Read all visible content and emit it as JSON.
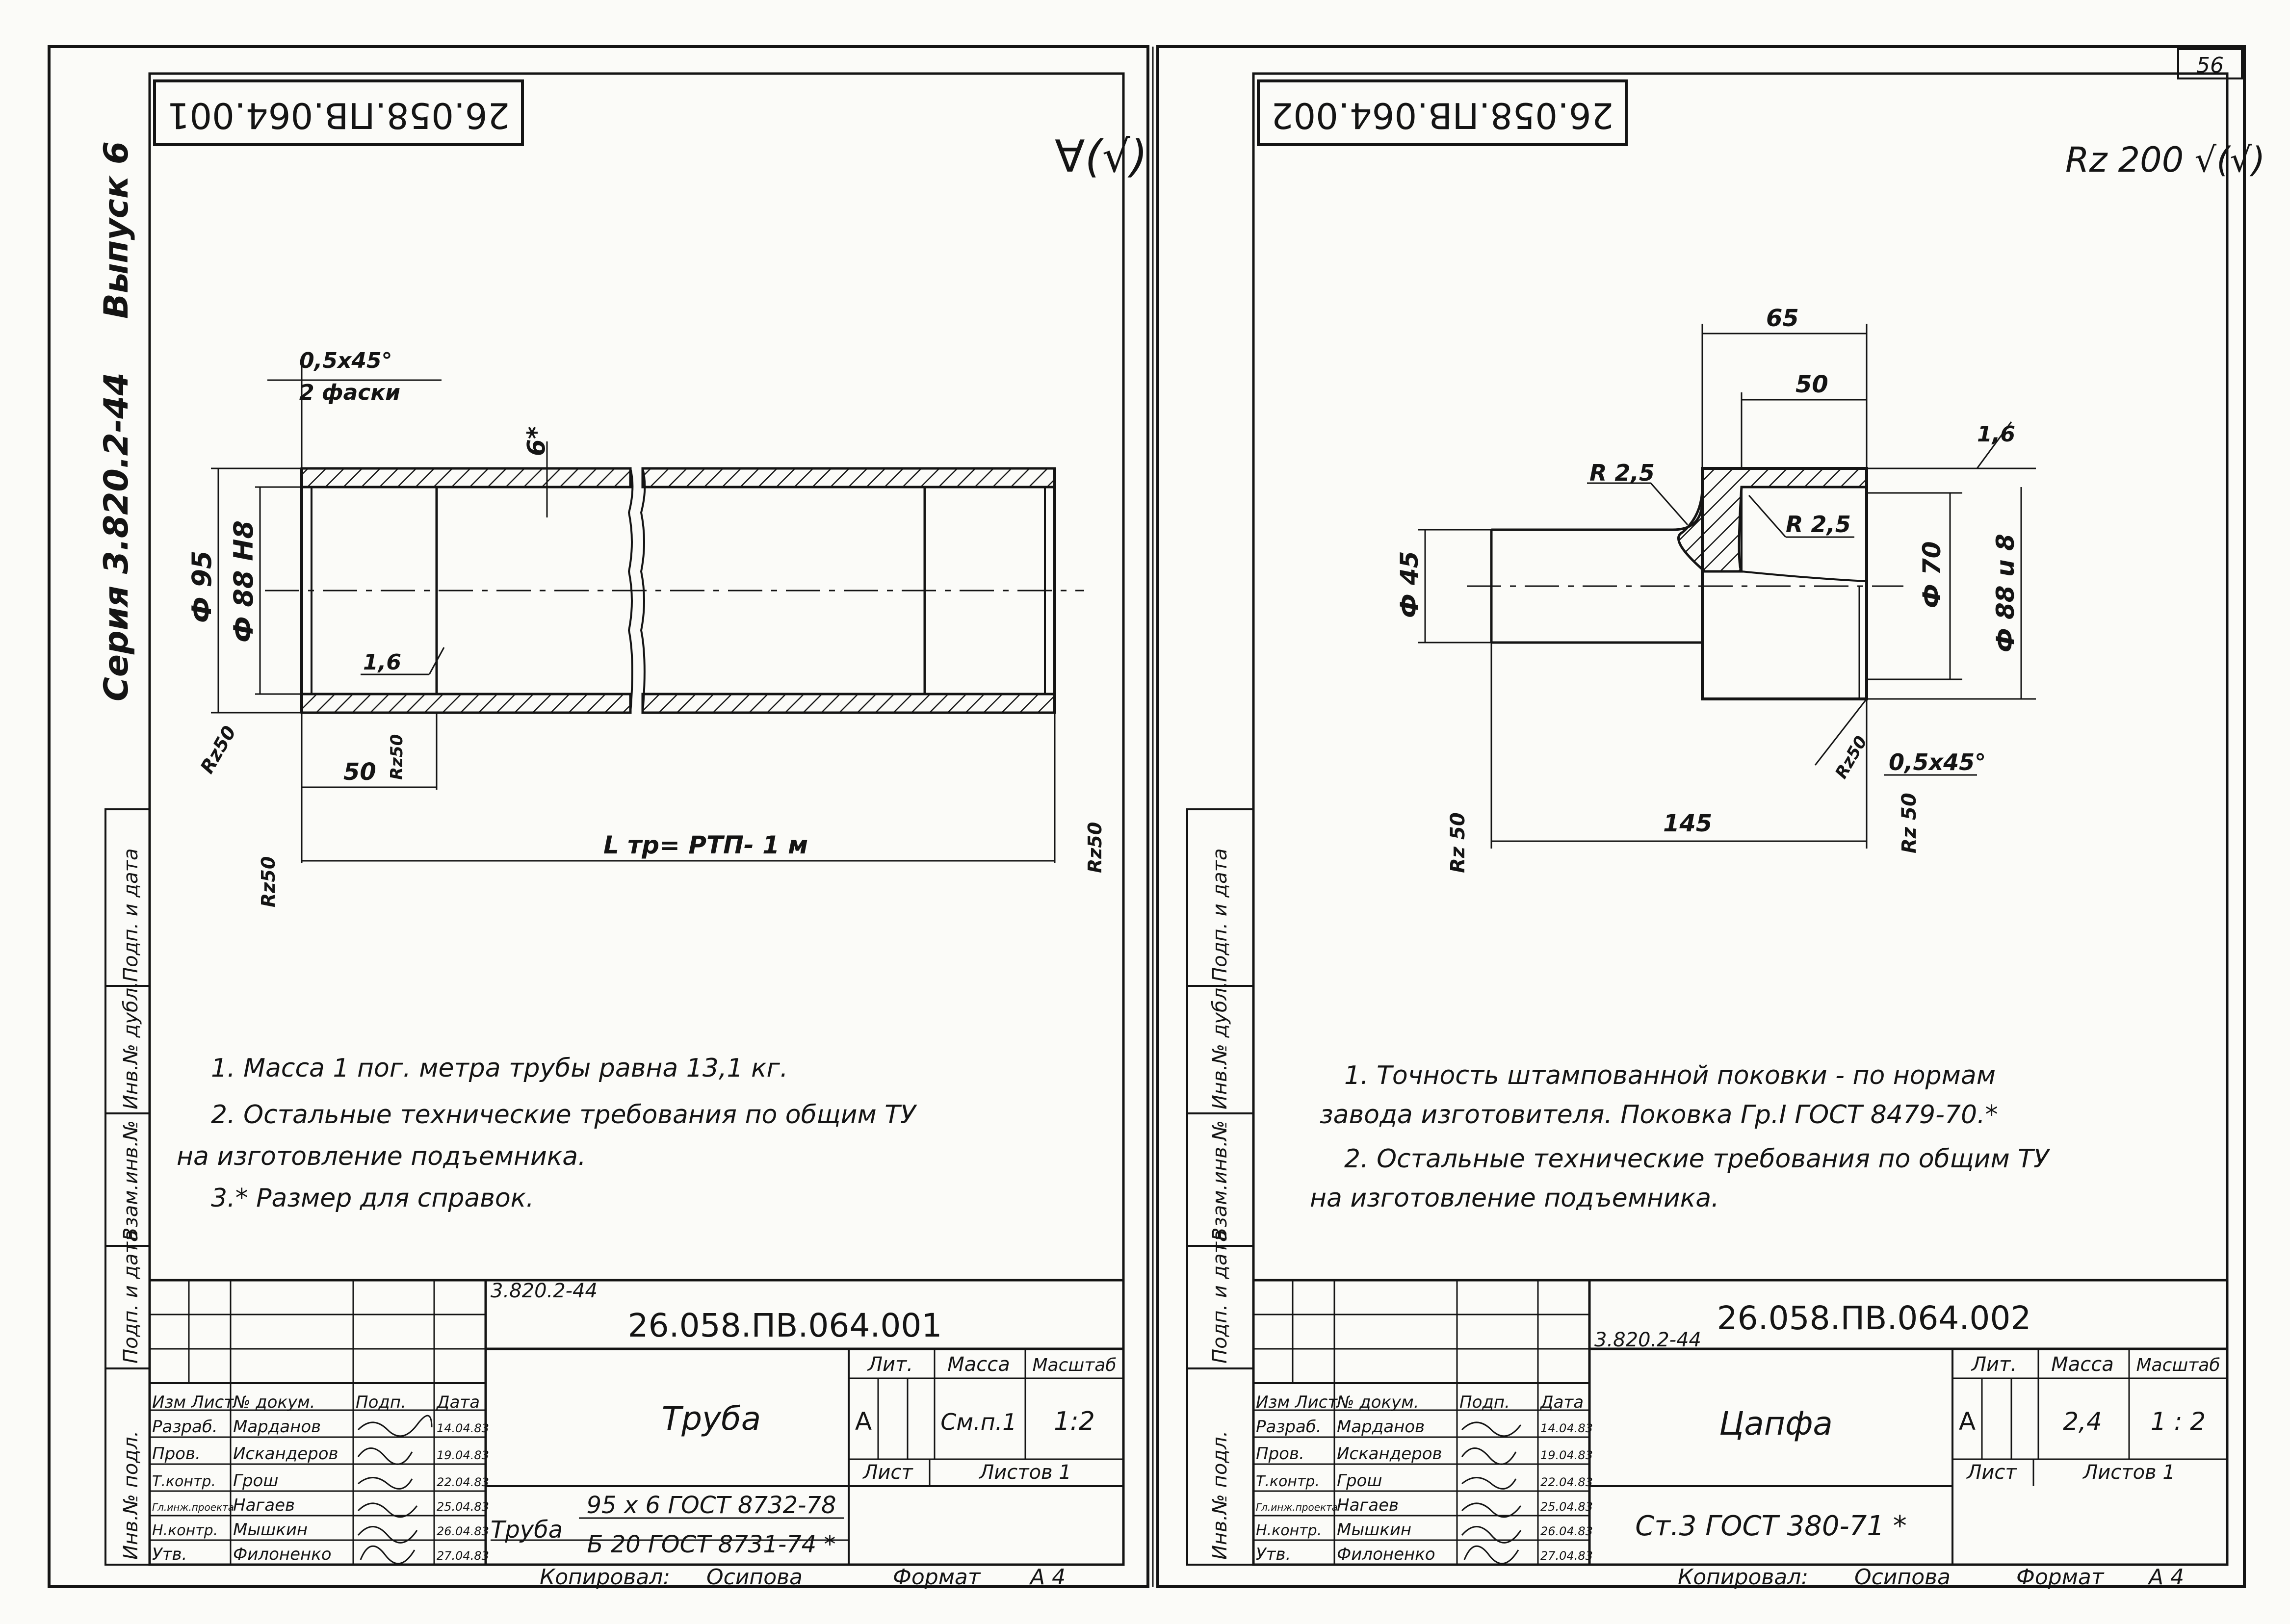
{
  "page": {
    "page_number": "56",
    "left_margin": {
      "series": "Серия 3.820.2-44",
      "issue": "Выпуск 6"
    }
  },
  "stamp_columns": [
    "Инв.№ подл.",
    "Подп. и дата",
    "Взам.инв.№",
    "Инв.№ дубл.",
    "Подп. и дата"
  ],
  "title_block_headers": {
    "izm": "Изм",
    "list": "Лист",
    "ndoc": "№ докум.",
    "podp": "Подп.",
    "data": "Дата",
    "lit": "Лит.",
    "massa": "Масса",
    "masshtab": "Масштаб",
    "list_cell": "Лист",
    "listov": "Листов 1",
    "litera": "А",
    "kopiroval": "Копировал:",
    "kopiroval_name": "Осипова",
    "format": "Формат",
    "format_value": "А 4"
  },
  "signatures": [
    {
      "role": "Разраб.",
      "name": "Марданов",
      "date": "14.04.83"
    },
    {
      "role": "Пров.",
      "name": "Искандеров",
      "date": "19.04.83"
    },
    {
      "role": "Т.контр.",
      "name": "Грош",
      "date": "22.04.83"
    },
    {
      "role": "Гл.инж.проекта",
      "name": "Нагаев",
      "date": "25.04.83"
    },
    {
      "role": "Н.контр.",
      "name": "Мышкин",
      "date": "26.04.83"
    },
    {
      "role": "Утв.",
      "name": "Филоненко",
      "date": "27.04.83"
    }
  ],
  "sheets": [
    {
      "code_rotated": "26.058.ПВ.064.001",
      "roughness_mark": "∀(√)",
      "dims": {
        "chamfer": "0,5x45°",
        "chamfer_note": "2 фаски",
        "wall": "6*",
        "d_outer": "Ф 95",
        "d_inner": "Ф 88 Н8",
        "rough_inner": "1,6",
        "rough_corner": "Rz50",
        "len_50": "50",
        "rough_50": "Rz50",
        "rough_left": "Rz50",
        "rough_right": "Rz50",
        "length": "L тр= РТП- 1 м"
      },
      "notes": [
        "1.   Масса  1 пог. метра  трубы  равна   13,1 кг.",
        "2.   Остальные  технические  требования  по  общим  ТУ",
        "на   изготовление  подъемника.",
        "3.* Размер  для   справок."
      ],
      "series_code": "3.820.2-44",
      "code": "26.058.ПВ.064.001",
      "title": "Труба",
      "mass": "См.п.1",
      "scale": "1:2",
      "material_prefix": "Труба",
      "material_top": "95 х 6 ГОСТ 8732-78",
      "material_bottom": "Б 20 ГОСТ 8731-74 *"
    },
    {
      "code_rotated": "26.058.ПВ.064.002",
      "roughness_mark": "Rz 200 √(√)",
      "dims": {
        "w65": "65",
        "w50": "50",
        "r_left": "R 2,5",
        "r_right": "R 2,5",
        "rough_top": "1,6",
        "d45": "Ф 45",
        "d70": "Ф 70",
        "d88": "Ф 88 u 8",
        "rough_bottom": "Rz50",
        "chamfer": "0,5x45°",
        "len145": "145",
        "rough_left": "Rz 50",
        "rough_right": "Rz 50"
      },
      "notes": [
        "1.  Точность   штампованной  поковки  -  по  нормам",
        "завода   изготовителя.  Поковка  Гр.I   ГОСТ 8479-70.*",
        "2.  Остальные  технические  требования  по  общим  ТУ",
        "на  изготовление      подъемника."
      ],
      "series_code": "3.820.2-44",
      "code": "26.058.ПВ.064.002",
      "title": "Цапфа",
      "mass": "2,4",
      "scale": "1 : 2",
      "material": "Ст.3  ГОСТ 380-71 *"
    }
  ]
}
